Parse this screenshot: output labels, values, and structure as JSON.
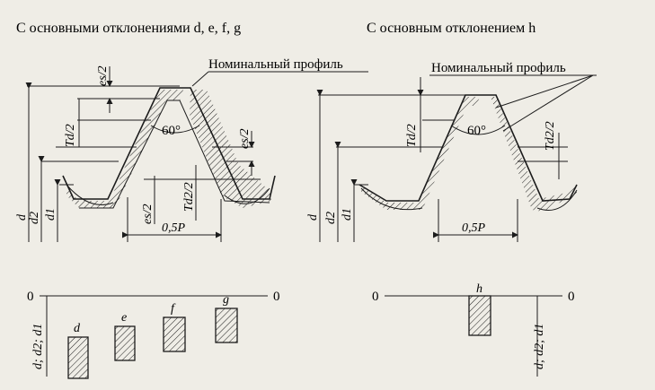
{
  "left_title": "С основными отклонениями d, e, f, g",
  "right_title": "С основным отклонением h",
  "nominal_profile_label": "Номинальный профиль",
  "angle_label": "60°",
  "dimensions": {
    "es_half": "es/2",
    "td_half": "Td/2",
    "td2_half": "Td2/2",
    "half_pitch": "0,5P",
    "d": "d",
    "d2": "d2",
    "d1": "d1"
  },
  "zero_line_label": "0",
  "deviation_axis_label": "d; d2; d1",
  "deviations_left": [
    "d",
    "e",
    "f",
    "g"
  ],
  "deviation_right": "h",
  "colors": {
    "ink": "#1c1c1c",
    "paper": "#efede6"
  }
}
